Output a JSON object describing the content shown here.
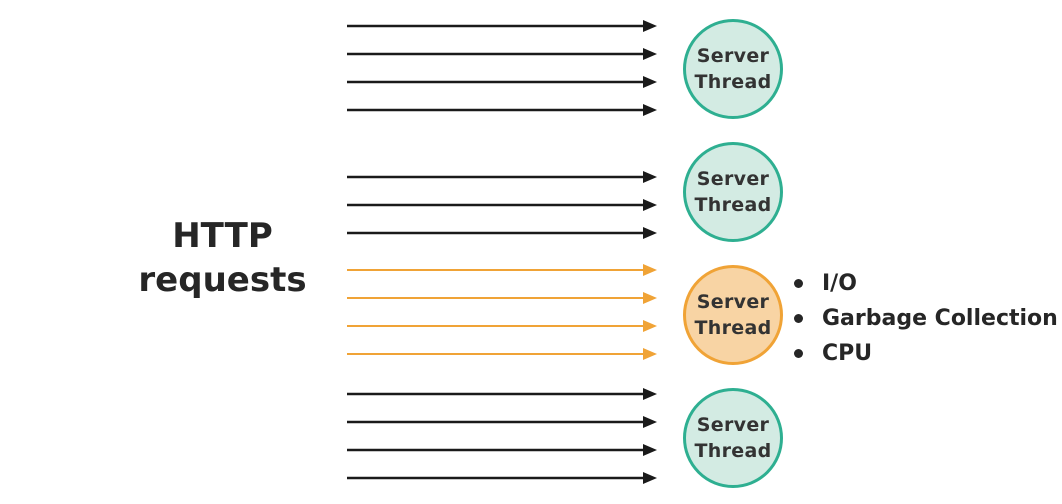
{
  "diagram": {
    "title_line1": "HTTP",
    "title_line2": "requests",
    "threads": [
      {
        "line1": "Server",
        "line2": "Thread",
        "state": "normal",
        "requests": 4
      },
      {
        "line1": "Server",
        "line2": "Thread",
        "state": "normal",
        "requests": 3
      },
      {
        "line1": "Server",
        "line2": "Thread",
        "state": "busy",
        "requests": 4
      },
      {
        "line1": "Server",
        "line2": "Thread",
        "state": "normal",
        "requests": 4
      }
    ],
    "busy_reasons": [
      "I/O",
      "Garbage Collection",
      "CPU"
    ],
    "colors": {
      "arrow_normal": "#1a1a1a",
      "arrow_busy": "#f0a336",
      "thread_fill": "#d3ebe3",
      "thread_border": "#2eaf91",
      "busy_fill": "#f8d4a4",
      "busy_border": "#f0a336"
    }
  }
}
